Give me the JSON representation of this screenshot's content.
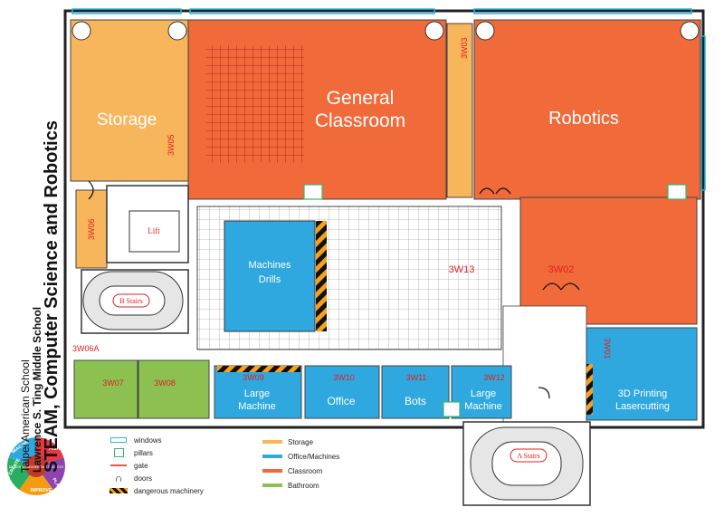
{
  "rooms": {
    "storage": "Storage",
    "general_line1": "General",
    "general_line2": "Classroom",
    "robotics": "Robotics",
    "machines_line1": "Machines",
    "machines_line2": "Drills",
    "large_machine_a_line1": "Large",
    "large_machine_a_line2": "Machine",
    "office": "Office",
    "bots": "Bots",
    "large_machine_b_line1": "Large",
    "large_machine_b_line2": "Machine",
    "printing_line1": "3D Printing",
    "printing_line2": "Lasercutting",
    "lift": "Lift",
    "b_stairs": "B Stairs",
    "a_stairs": "A Stairs"
  },
  "room_codes": {
    "w05": "3W05",
    "w03": "3W03",
    "w06": "3W06",
    "w13": "3W13",
    "w02": "3W02",
    "w06a": "3W06A",
    "w07": "3W07",
    "w08": "3W08",
    "w09": "3W09",
    "w10": "3W10",
    "w11": "3W11",
    "w12": "3W12",
    "w01": "3W01"
  },
  "title": {
    "school": "Taipei American School",
    "building": "Lawrence S. Ting Middle School",
    "department": "STEAM, Computer Science and Robotics"
  },
  "legend": {
    "symbols": [
      "windows",
      "pillars",
      "gate",
      "doors",
      "dangerous machinery"
    ],
    "colors": [
      {
        "label": "Storage",
        "color": "#f7b55c"
      },
      {
        "label": "Office/Machines",
        "color": "#2fa8df"
      },
      {
        "label": "Classroom",
        "color": "#f06a3a"
      },
      {
        "label": "Bathroom",
        "color": "#8cc152"
      }
    ]
  },
  "logo": {
    "segments": [
      "ASK",
      "IMAGINE",
      "PLAN",
      "CREATE",
      "IMPROVE"
    ],
    "center": "DESIGN & ENGINEERING PROCESS"
  },
  "colors": {
    "storage": "#f7b55c",
    "classroom": "#f06a3a",
    "office": "#2fa8df",
    "bathroom": "#8cc152",
    "window": "#29b6e0",
    "pillar": "#3cb371",
    "code_red": "#e02020"
  }
}
